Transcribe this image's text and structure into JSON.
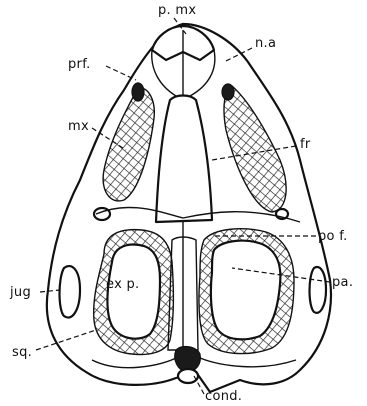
{
  "labels": {
    "premaxilla": "p. mx",
    "nasal": "n.a",
    "prefrontal": "prf.",
    "maxilla": "mx",
    "frontal": "fr",
    "postfrontal": "po f.",
    "parietal": "pa.",
    "jugal": "jug",
    "exoccipital_process": "ex p.",
    "squamosal": "sq.",
    "condyle": "cond."
  }
}
